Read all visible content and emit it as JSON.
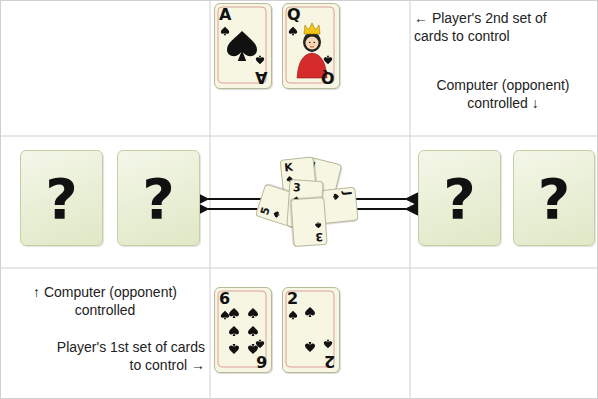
{
  "diagram": {
    "nodes": [
      {
        "text": [
          "A",
          "A"
        ]
      },
      {
        "text": [
          "Q",
          "Q"
        ]
      },
      {
        "text": [
          "?"
        ]
      },
      {
        "text": [
          "?"
        ]
      },
      {
        "text": [
          "?"
        ]
      },
      {
        "text": [
          "?"
        ]
      },
      {
        "text": [
          "6",
          "6"
        ]
      },
      {
        "text": [
          "2",
          "2"
        ]
      }
    ],
    "labels": [
      "← Player's 2nd set of cards to control",
      "Computer (opponent) controlled ↓",
      "K",
      "J",
      "5",
      "3",
      "3",
      "J",
      "↑ Computer (opponent) controlled",
      "Player's 1st set of cards to control →"
    ]
  }
}
